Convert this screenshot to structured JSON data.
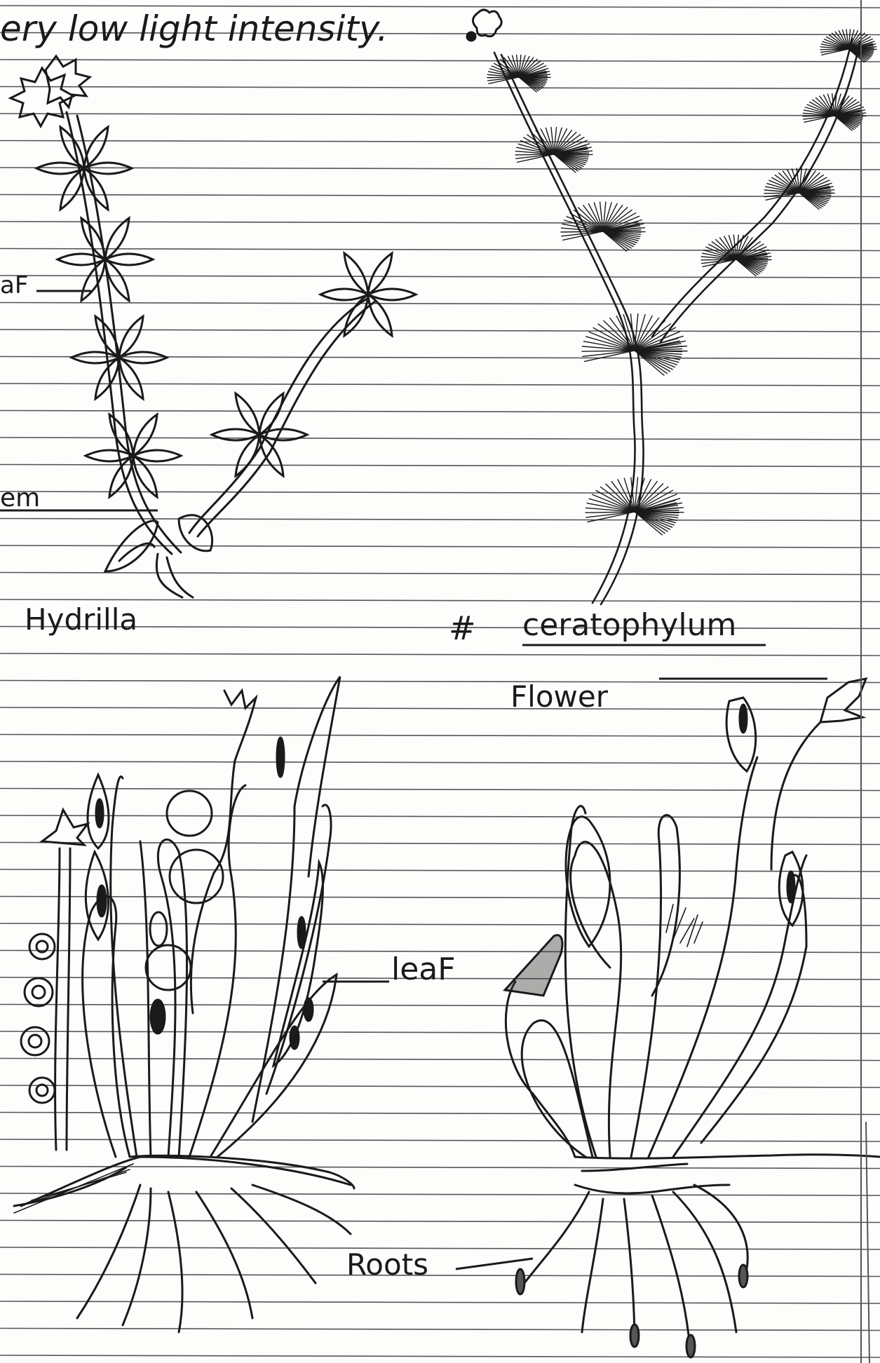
{
  "page": {
    "paper_color": "#fdfdfc",
    "rule_color": "#555555",
    "ink_color": "#1a1a1a"
  },
  "labels": {
    "heading": "ery low light intensity.",
    "leaf_top": "aF",
    "stem": "em",
    "hydrilla": "Hydrilla",
    "hash_mark": "#",
    "ceratophylum": "ceratophylum",
    "flower": "Flower",
    "leaf": "leaF",
    "roots": "Roots"
  }
}
